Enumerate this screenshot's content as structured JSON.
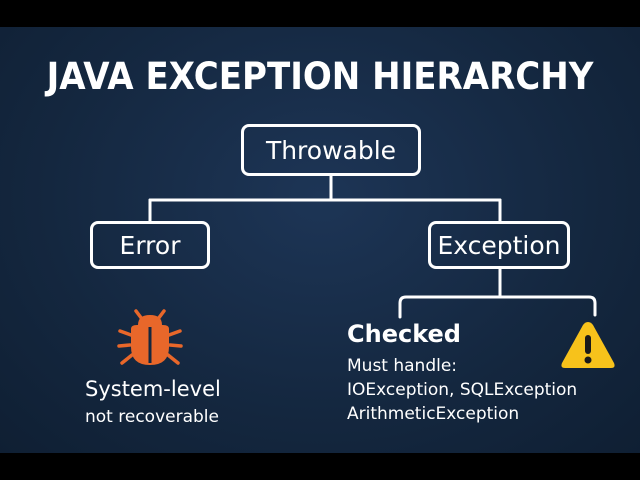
{
  "title": "JAVA EXCEPTION HIERARCHY",
  "nodes": {
    "root": "Throwable",
    "left": "Error",
    "right": "Exception"
  },
  "error_branch": {
    "icon": "bug-icon",
    "heading": "System-level",
    "description": "not recoverable"
  },
  "exception_branch": {
    "heading": "Checked",
    "lines": [
      "Must handle:",
      "IOException, SQLException",
      "ArithmeticException"
    ],
    "icon": "warning-icon"
  },
  "colors": {
    "background": "#14273f",
    "text": "#ffffff",
    "bug": "#e8672a",
    "warning": "#f7c21b"
  }
}
